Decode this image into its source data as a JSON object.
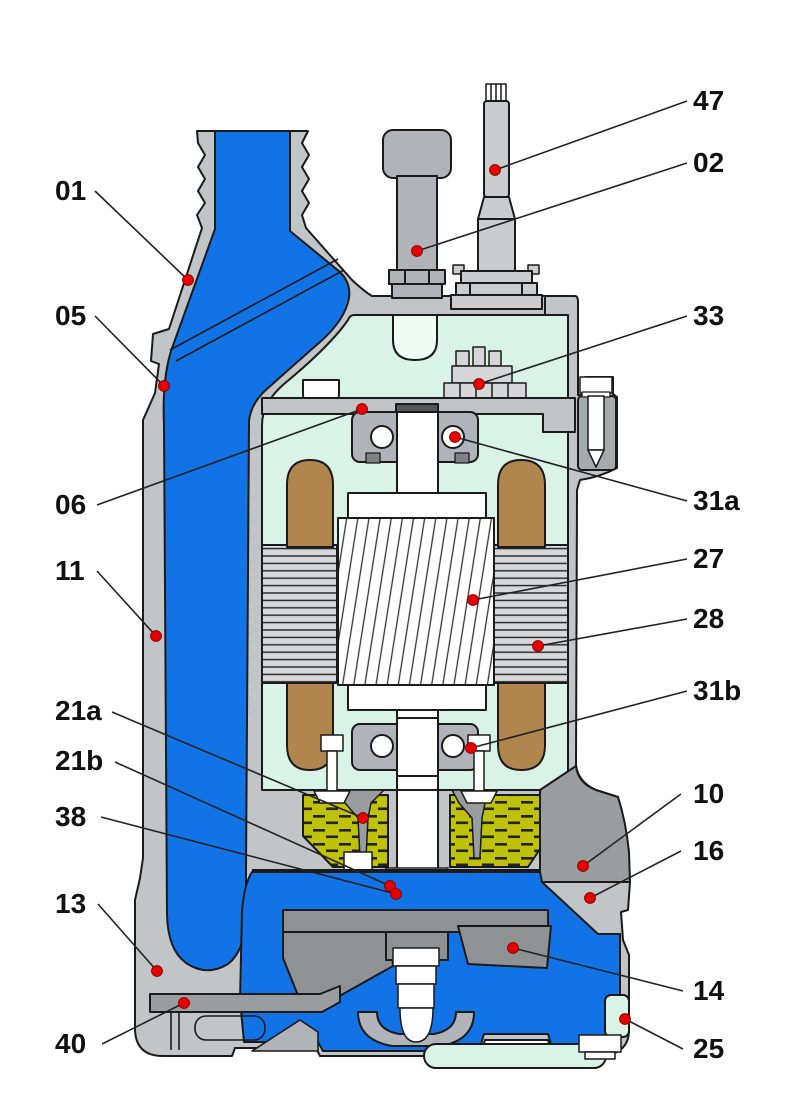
{
  "diagram": {
    "kind": "sectional parts diagram",
    "background": "#ffffff"
  },
  "colors": {
    "water_blue": "#1273e6",
    "casing_gray": "#c2c5c7",
    "dark_gray": "#9a9da0",
    "cavity_mint": "#d9f4e7",
    "winding_brown": "#b1854e",
    "stator_gray": "#d6d8d9",
    "oil_yellow": "#bec30a",
    "metal_white": "#ffffff",
    "callout_dot_red": "#e60000",
    "outline_black": "#1a1a1a"
  },
  "callouts": [
    {
      "id": "01"
    },
    {
      "id": "05"
    },
    {
      "id": "06"
    },
    {
      "id": "11"
    },
    {
      "id": "21a"
    },
    {
      "id": "21b"
    },
    {
      "id": "38"
    },
    {
      "id": "13"
    },
    {
      "id": "40"
    },
    {
      "id": "47"
    },
    {
      "id": "02"
    },
    {
      "id": "33"
    },
    {
      "id": "31a"
    },
    {
      "id": "27"
    },
    {
      "id": "28"
    },
    {
      "id": "31b"
    },
    {
      "id": "10"
    },
    {
      "id": "16"
    },
    {
      "id": "14"
    },
    {
      "id": "25"
    }
  ]
}
